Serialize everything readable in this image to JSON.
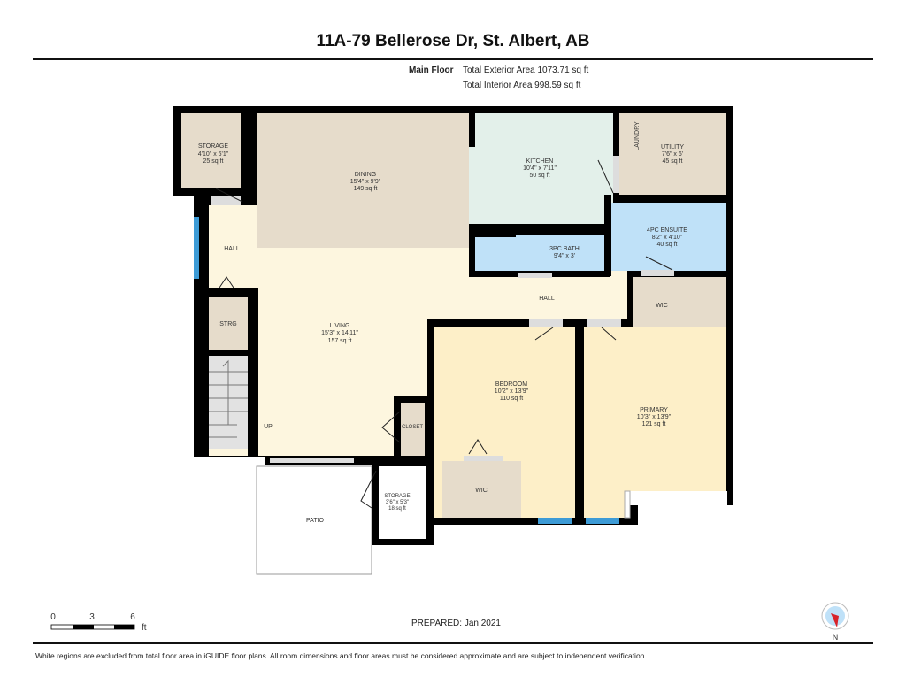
{
  "header": {
    "title": "11A-79 Bellerose Dr, St. Albert, AB"
  },
  "summary": {
    "floor": "Main Floor",
    "exterior": "Total Exterior Area 1073.71 sq ft",
    "interior": "Total Interior Area 998.59 sq ft"
  },
  "rooms": {
    "storage1": {
      "name": "STORAGE",
      "dims": "4'10\" x 6'1\"",
      "area": "25 sq ft"
    },
    "dining": {
      "name": "DINING",
      "dims": "15'4\" x 9'9\"",
      "area": "149 sq ft"
    },
    "kitchen": {
      "name": "KITCHEN",
      "dims": "10'4\" x 7'11\"",
      "area": "50 sq ft"
    },
    "laundry": {
      "name": "LAUNDRY"
    },
    "utility": {
      "name": "UTILITY",
      "dims": "7'6\" x 6'",
      "area": "45 sq ft"
    },
    "bath3": {
      "name": "3PC BATH",
      "dims": "9'4\" x 3'"
    },
    "ensuite": {
      "name": "4PC ENSUITE",
      "dims": "8'2\" x 4'10\"",
      "area": "40 sq ft"
    },
    "hall1": {
      "name": "HALL"
    },
    "hall2": {
      "name": "HALL"
    },
    "wic1": {
      "name": "WIC"
    },
    "strg": {
      "name": "STRG"
    },
    "living": {
      "name": "LIVING",
      "dims": "15'3\" x 14'11\"",
      "area": "157 sq ft"
    },
    "up": {
      "name": "UP"
    },
    "closet": {
      "name": "CLOSET"
    },
    "bedroom": {
      "name": "BEDROOM",
      "dims": "10'2\" x 13'9\"",
      "area": "110 sq ft"
    },
    "primary": {
      "name": "PRIMARY",
      "dims": "10'3\" x 13'9\"",
      "area": "121 sq ft"
    },
    "wic2": {
      "name": "WIC"
    },
    "storage2": {
      "name": "STORAGE",
      "dims": "3'6\" x 5'3\"",
      "area": "18 sq ft"
    },
    "patio": {
      "name": "PATIO"
    }
  },
  "scale": {
    "ticks": [
      "0",
      "3",
      "6"
    ],
    "unit": "ft"
  },
  "compass": {
    "label": "N"
  },
  "footer": {
    "prepared": "PREPARED: Jan 2021",
    "disclaimer": "White regions are excluded from total floor area in iGUIDE floor plans. All room dimensions and floor areas must be considered approximate and are subject to independent verification."
  },
  "colors": {
    "wall": "#000000",
    "beige": "#e6dccb",
    "cream": "#fdf6df",
    "mint": "#e3f0ea",
    "blue": "#bfe1f8",
    "bed": "#fdefc8",
    "window": "#3d9bd6"
  }
}
